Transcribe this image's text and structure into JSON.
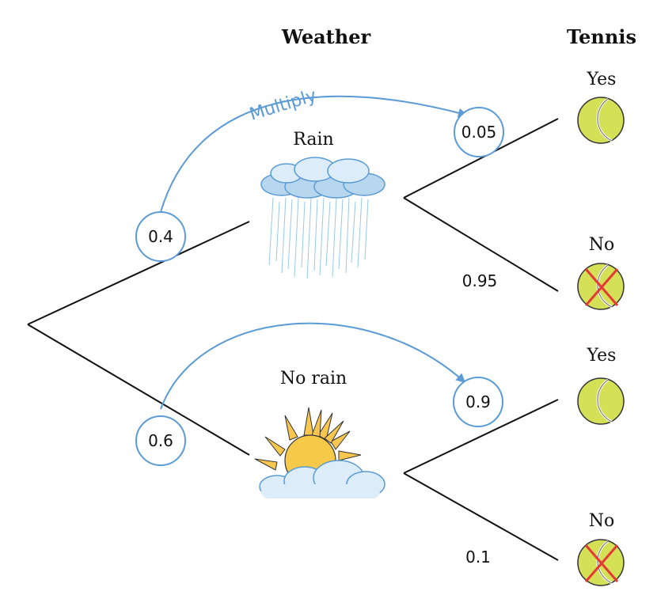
{
  "headers": {
    "weather": "Weather",
    "tennis": "Tennis"
  },
  "weather": {
    "rain": {
      "label": "Rain",
      "probability": "0.4",
      "icon": "rain-cloud-icon"
    },
    "no_rain": {
      "label": "No rain",
      "probability": "0.6",
      "icon": "sun-cloud-icon"
    }
  },
  "tennis": {
    "rain_yes": {
      "label": "Yes",
      "probability": "0.05",
      "icon": "tennis-ball-icon"
    },
    "rain_no": {
      "label": "No",
      "probability": "0.95",
      "icon": "tennis-ball-crossed-icon"
    },
    "norain_yes": {
      "label": "Yes",
      "probability": "0.9",
      "icon": "tennis-ball-icon"
    },
    "norain_no": {
      "label": "No",
      "probability": "0.1",
      "icon": "tennis-ball-crossed-icon"
    }
  },
  "annotation": {
    "multiply": "Multiply"
  },
  "colors": {
    "accent": "#5b9bd5",
    "ball": "#d4e157",
    "cross": "#e53935",
    "sun": "#f9c74f"
  }
}
